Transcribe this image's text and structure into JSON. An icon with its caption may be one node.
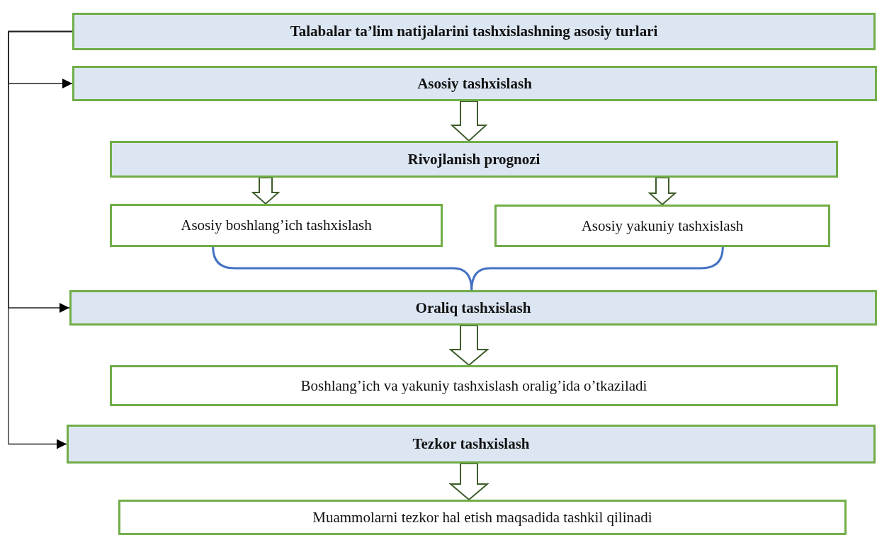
{
  "diagram": {
    "nodes": [
      {
        "text": [
          "Talabalar ta’lim natijalarini tashxislashning asosiy turlari"
        ]
      },
      {
        "text": [
          "Asosiy tashxislash"
        ]
      },
      {
        "text": [
          "Rivojlanish prognozi"
        ]
      },
      {
        "text": [
          "Asosiy boshlang’ich tashxislash"
        ]
      },
      {
        "text": [
          "Asosiy yakuniy tashxislash"
        ]
      },
      {
        "text": [
          "Oraliq tashxislash"
        ]
      },
      {
        "text": [
          "Boshlang’ich va yakuniy tashxislash oralig’ida o’tkaziladi"
        ]
      },
      {
        "text": [
          "Tezkor tashxislash"
        ]
      },
      {
        "text": [
          "Muammolarni tezkor hal etish maqsadida tashkil qilinadi"
        ]
      }
    ],
    "edges": [
      {
        "from": 0,
        "to": 1,
        "arrow": "to"
      },
      {
        "from": 0,
        "to": 5,
        "arrow": "to"
      },
      {
        "from": 0,
        "to": 7,
        "arrow": "to"
      },
      {
        "from": 1,
        "to": 2,
        "arrow": "to",
        "style": "thick",
        "color": "#3d5c2a"
      },
      {
        "from": 2,
        "to": 3,
        "arrow": "to",
        "style": "thick",
        "color": "#3d5c2a"
      },
      {
        "from": 2,
        "to": 4,
        "arrow": "to",
        "style": "thick",
        "color": "#3d5c2a"
      },
      {
        "from": 3,
        "to": 5,
        "arrow": "none",
        "color": "#4472c4"
      },
      {
        "from": 4,
        "to": 5,
        "arrow": "none",
        "color": "#4472c4"
      },
      {
        "from": 5,
        "to": 6,
        "arrow": "to",
        "style": "thick",
        "color": "#3d5c2a"
      },
      {
        "from": 7,
        "to": 8,
        "arrow": "to",
        "style": "thick",
        "color": "#3d5c2a"
      }
    ]
  }
}
